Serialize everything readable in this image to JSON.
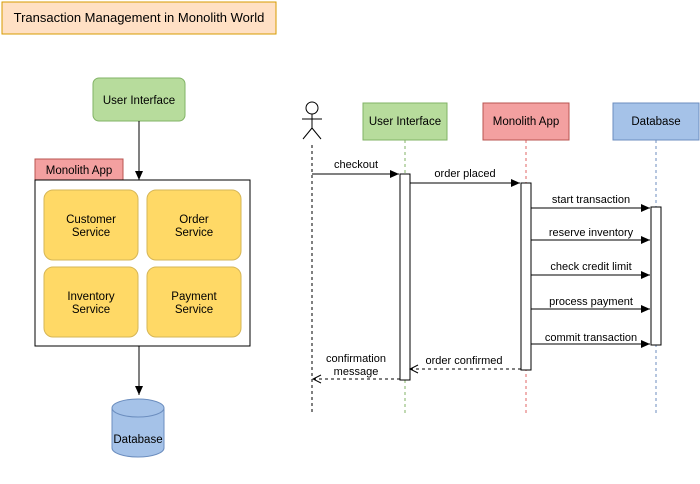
{
  "title": "Transaction Management in Monolith World",
  "colors": {
    "title_fill": "#ffe0c4",
    "title_stroke": "#d79b00",
    "ui_fill": "#b7dc9c",
    "ui_stroke": "#82b366",
    "mono_fill": "#f3a0a0",
    "mono_stroke": "#b85450",
    "db_fill": "#a5c2e8",
    "db_stroke": "#6c8ebf",
    "service_fill": "#ffd966",
    "service_stroke": "#d6b656",
    "ui_lifeline": "#82b366",
    "mono_lifeline": "#e06666",
    "db_lifeline": "#6c8ebf"
  },
  "architecture": {
    "user_interface": "User Interface",
    "monolith_label": "Monolith App",
    "services": [
      [
        "Customer",
        "Service"
      ],
      [
        "Order",
        "Service"
      ],
      [
        "Inventory",
        "Service"
      ],
      [
        "Payment",
        "Service"
      ]
    ],
    "database": "Database"
  },
  "sequence": {
    "actor_icon": "stick-figure-icon",
    "participants": [
      "User Interface",
      "Monolith App",
      "Database"
    ],
    "messages": [
      {
        "label": "checkout"
      },
      {
        "label": "order placed"
      },
      {
        "label": "start transaction"
      },
      {
        "label": "reserve inventory"
      },
      {
        "label": "check credit limit"
      },
      {
        "label": "process payment"
      },
      {
        "label": "commit transaction"
      },
      {
        "label": "order confirmed"
      },
      {
        "lines": [
          "confirmation",
          "message"
        ]
      }
    ]
  }
}
